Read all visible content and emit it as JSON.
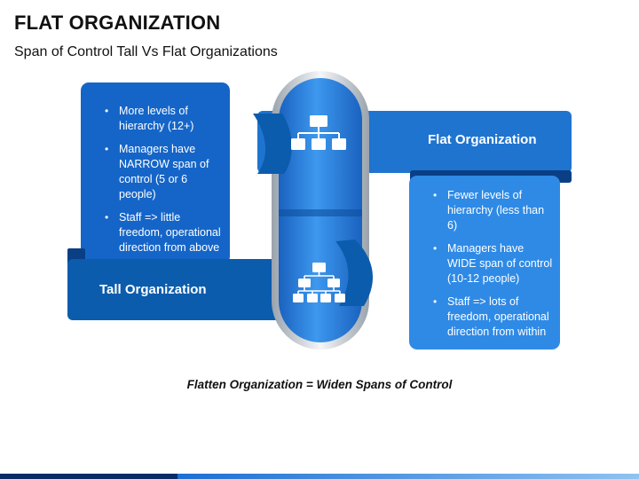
{
  "header": {
    "title": "FLAT ORGANIZATION",
    "subtitle": "Span of Control Tall Vs Flat Organizations"
  },
  "tall": {
    "label": "Tall Organization",
    "bullets": [
      "More levels of hierarchy (12+)",
      "Managers have NARROW span of control (5 or 6 people)",
      "Staff => little freedom, operational direction from above"
    ]
  },
  "flat": {
    "label": "Flat Organization",
    "bullets": [
      "Fewer levels of hierarchy (less than 6)",
      "Managers have WIDE span of control (10-12 people)",
      "Staff => lots of freedom, operational direction from within"
    ]
  },
  "caption": "Flatten Organization = Widen Spans of Control",
  "icons": {
    "top": "flat-org-chart-icon",
    "bottom": "tall-org-chart-icon"
  },
  "colors": {
    "dark_blue": "#0b5cad",
    "mid_blue": "#1f74d0",
    "light_blue": "#2f8ae6",
    "footer_dark": "#0b2a66"
  }
}
